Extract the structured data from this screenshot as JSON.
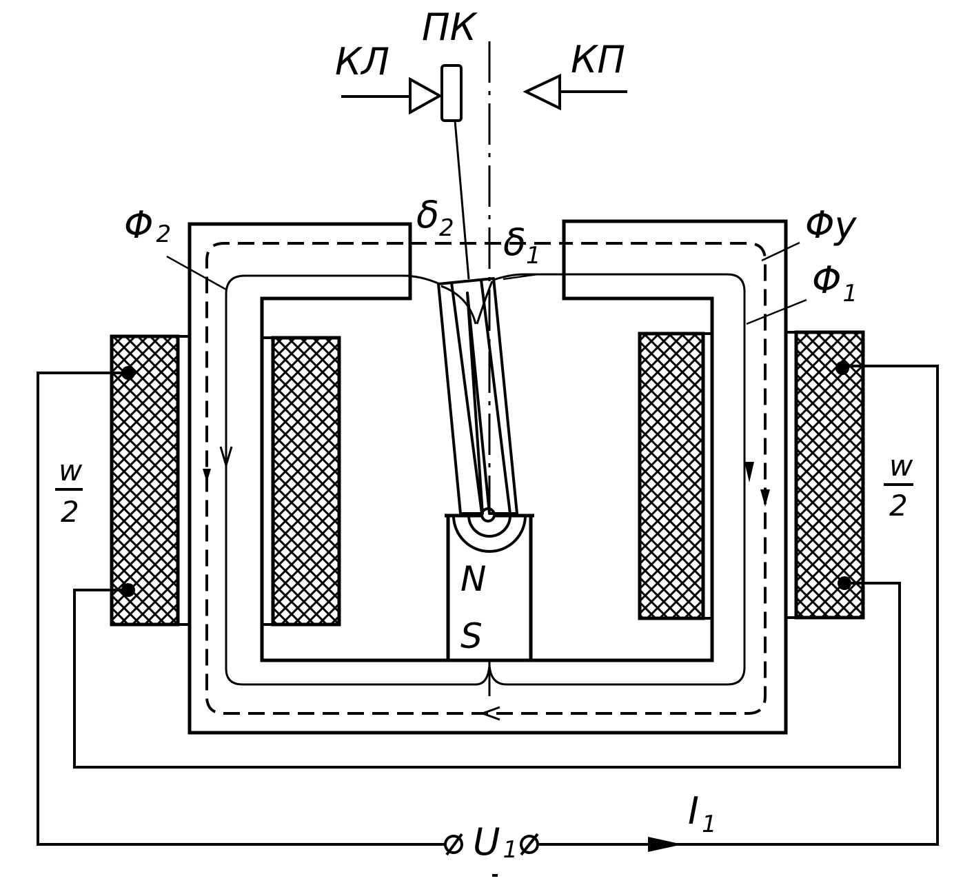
{
  "labels": {
    "pk": "ПК",
    "kl": "КЛ",
    "kp": "КП",
    "delta2": {
      "main": "δ",
      "sub": "2"
    },
    "delta1": {
      "main": "δ",
      "sub": "1"
    },
    "phi2": {
      "main": "Φ",
      "sub": "2"
    },
    "phiy": "Φу",
    "phi1": {
      "main": "Φ",
      "sub": "1"
    },
    "w_left": {
      "num": "w",
      "den": "2"
    },
    "w_right": {
      "num": "w",
      "den": "2"
    },
    "magnet_n": "N",
    "magnet_s": "S",
    "u1": {
      "main": "U",
      "sub": "1"
    },
    "i1": {
      "main": "I",
      "sub": "1"
    }
  },
  "colors": {
    "stroke": "#000000",
    "background": "#ffffff"
  }
}
